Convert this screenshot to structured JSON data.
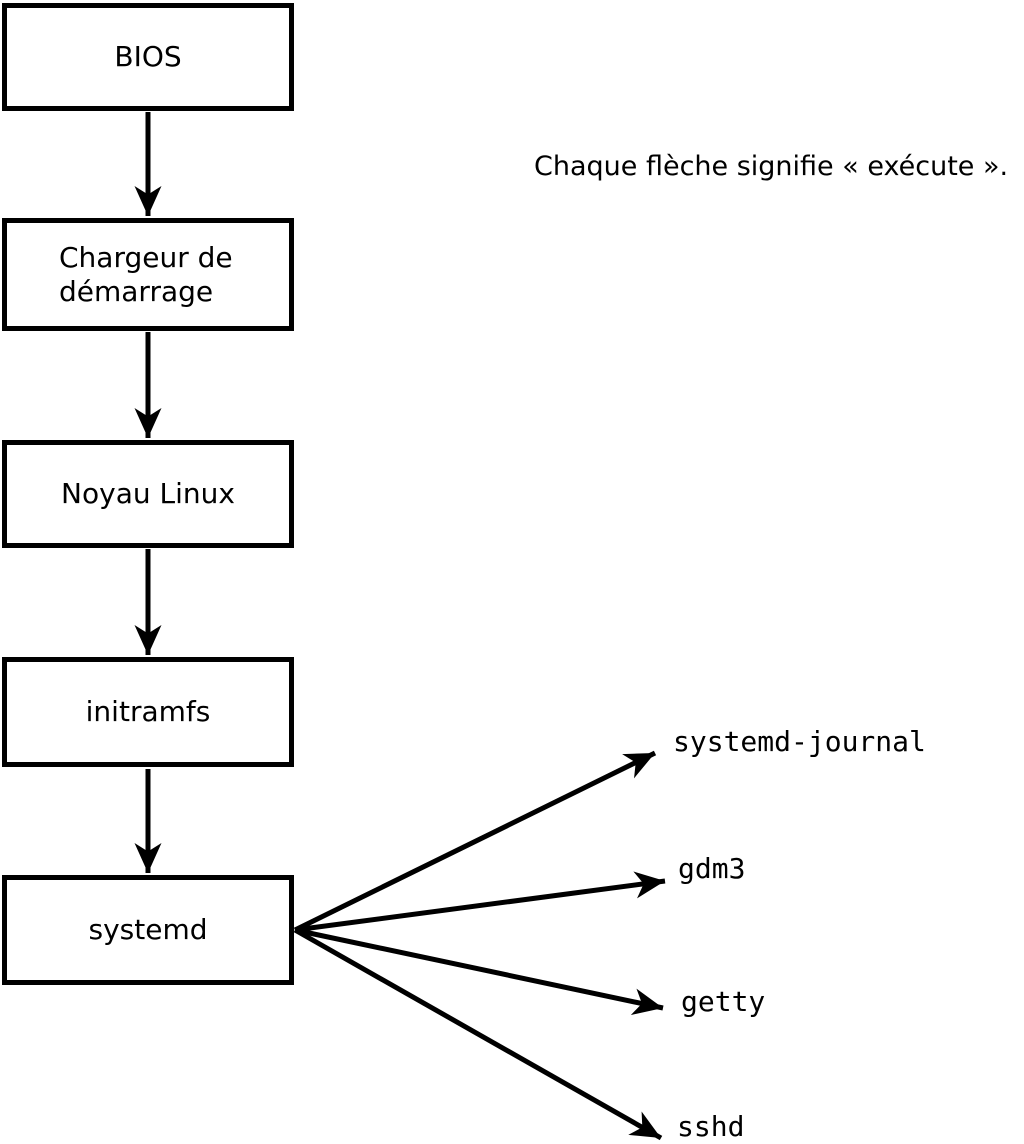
{
  "diagram": {
    "caption": "Chaque flèche signifie « exécute ».",
    "boxes": [
      {
        "id": "bios",
        "label": "BIOS"
      },
      {
        "id": "bootloader",
        "label": "Chargeur de démarrage"
      },
      {
        "id": "kernel",
        "label": "Noyau Linux"
      },
      {
        "id": "initramfs",
        "label": "initramfs"
      },
      {
        "id": "systemd",
        "label": "systemd"
      }
    ],
    "processes": [
      {
        "id": "systemd-journal",
        "label": "systemd-journal"
      },
      {
        "id": "gdm3",
        "label": "gdm3"
      },
      {
        "id": "getty",
        "label": "getty"
      },
      {
        "id": "sshd",
        "label": "sshd"
      }
    ],
    "edges": [
      {
        "from": "BIOS",
        "to": "Chargeur de démarrage"
      },
      {
        "from": "Chargeur de démarrage",
        "to": "Noyau Linux"
      },
      {
        "from": "Noyau Linux",
        "to": "initramfs"
      },
      {
        "from": "initramfs",
        "to": "systemd"
      },
      {
        "from": "systemd",
        "to": "systemd-journal"
      },
      {
        "from": "systemd",
        "to": "gdm3"
      },
      {
        "from": "systemd",
        "to": "getty"
      },
      {
        "from": "systemd",
        "to": "sshd"
      }
    ],
    "colors": {
      "line": "#000000",
      "background": "#ffffff",
      "box_fill": "#ffffff",
      "text": "#000000"
    }
  }
}
